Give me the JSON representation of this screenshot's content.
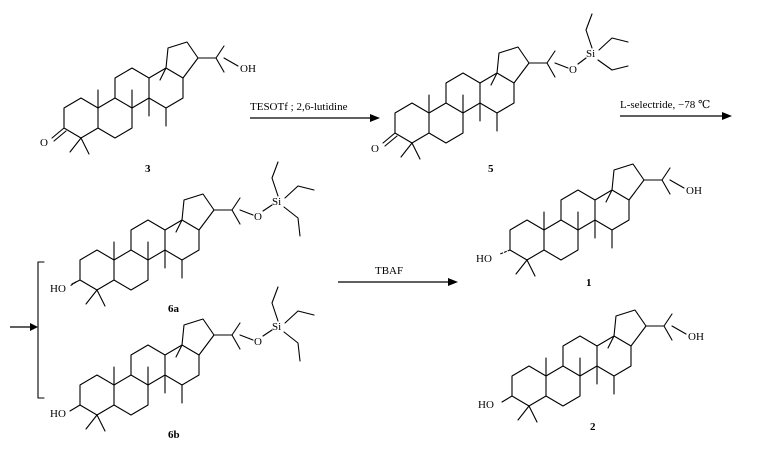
{
  "reagents": {
    "step1": "TESOTf ; 2,6-lutidine",
    "step2": "L-selectride, −78 ℃",
    "step3": "TBAF"
  },
  "compounds": {
    "c3": {
      "label": "3",
      "groups": [
        "O",
        "OH"
      ]
    },
    "c5": {
      "label": "5",
      "groups": [
        "O",
        "O",
        "Si"
      ]
    },
    "c6a": {
      "label": "6a",
      "groups": [
        "HO",
        "O",
        "Si"
      ]
    },
    "c6b": {
      "label": "6b",
      "groups": [
        "HO",
        "O",
        "Si"
      ]
    },
    "c1": {
      "label": "1",
      "groups": [
        "HO",
        "OH"
      ]
    },
    "c2": {
      "label": "2",
      "groups": [
        "HO",
        "OH"
      ]
    }
  }
}
